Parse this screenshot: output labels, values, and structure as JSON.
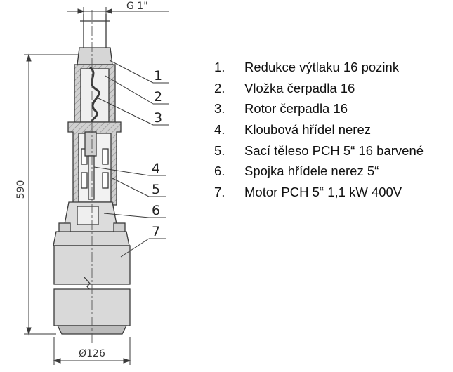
{
  "dimensions": {
    "thread": "G 1\"",
    "height": "590",
    "diameter": "Ø126"
  },
  "callouts": [
    "1",
    "2",
    "3",
    "4",
    "5",
    "6",
    "7"
  ],
  "legend": [
    {
      "num": "1.",
      "text": "Redukce výtlaku 16 pozink"
    },
    {
      "num": "2.",
      "text": "Vložka čerpadla 16"
    },
    {
      "num": "3.",
      "text": "Rotor čerpadla 16"
    },
    {
      "num": "4.",
      "text": "Kloubová hřídel nerez"
    },
    {
      "num": "5.",
      "text": "Sací těleso PCH 5“ 16 barvené"
    },
    {
      "num": "6.",
      "text": "Spojka hřídele nerez 5“"
    },
    {
      "num": "7.",
      "text": "Motor PCH 5“ 1,1 kW 400V"
    }
  ],
  "colors": {
    "line": "#3a3a3a",
    "fill": "#d9d9d9",
    "text": "#111111"
  }
}
